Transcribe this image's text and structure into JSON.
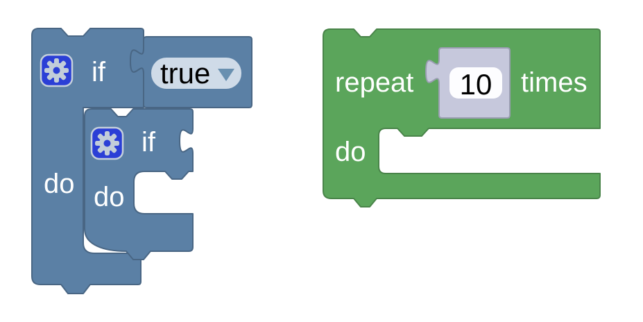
{
  "workspace": {
    "background": "#ffffff"
  },
  "if_block": {
    "type": "controls_if",
    "if_label": "if",
    "do_label": "do",
    "color": "#5b80a5",
    "border_color": "#496684"
  },
  "nested_if_block": {
    "type": "controls_if",
    "if_label": "if",
    "do_label": "do"
  },
  "condition_block": {
    "type": "logic_boolean",
    "dropdown_value": "true",
    "field_background": "#cfdbe8",
    "arrow_color": "#6990b0"
  },
  "repeat_block": {
    "type": "controls_repeat",
    "repeat_label": "repeat",
    "times_label": "times",
    "do_label": "do",
    "color": "#5ba55b",
    "border_color": "#498449"
  },
  "number_shadow_block": {
    "type": "math_number_shadow",
    "value": "10",
    "color": "#c6c8dc",
    "border_color": "#9a9db1",
    "field_background": "#ffffff"
  },
  "icons": {
    "gear_icon": "mutator-gear",
    "gear_background": "#2b3fd6",
    "gear_glyph_color": "#c2cdd9",
    "dropdown_arrow_icon": "triangle-down"
  }
}
